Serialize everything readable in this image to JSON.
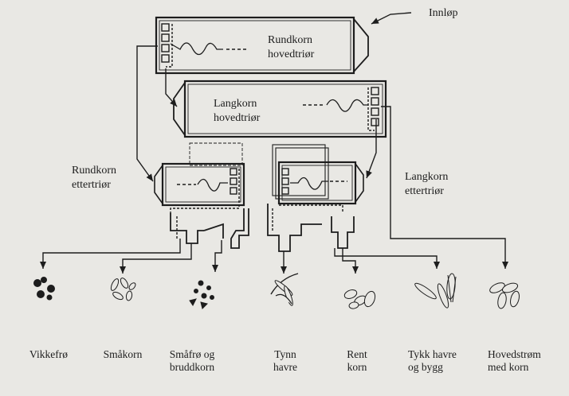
{
  "labels": {
    "inlet": "Innløp",
    "main_round_1": "Rundkorn",
    "main_round_2": "hovedtriør",
    "main_long_1": "Langkorn",
    "main_long_2": "hovedtriør",
    "after_round_1": "Rundkorn",
    "after_round_2": "ettertriør",
    "after_long_1": "Langkorn",
    "after_long_2": "ettertriør"
  },
  "outputs": [
    {
      "line1": "Vikkefrø",
      "line2": "",
      "icon": "vetch-seeds-icon"
    },
    {
      "line1": "Småkorn",
      "line2": "",
      "icon": "small-grain-icon"
    },
    {
      "line1": "Småfrø og",
      "line2": "bruddkorn",
      "icon": "small-seeds-broken-grain-icon"
    },
    {
      "line1": "Tynn",
      "line2": "havre",
      "icon": "thin-oats-icon"
    },
    {
      "line1": "Rent",
      "line2": "korn",
      "icon": "clean-grain-icon"
    },
    {
      "line1": "Tykk havre",
      "line2": "og bygg",
      "icon": "thick-oats-barley-icon"
    },
    {
      "line1": "Hovedstrøm",
      "line2": "med korn",
      "icon": "main-grain-stream-icon"
    }
  ],
  "colors": {
    "background": "#e9e8e4",
    "ink": "#1d1d1d"
  }
}
